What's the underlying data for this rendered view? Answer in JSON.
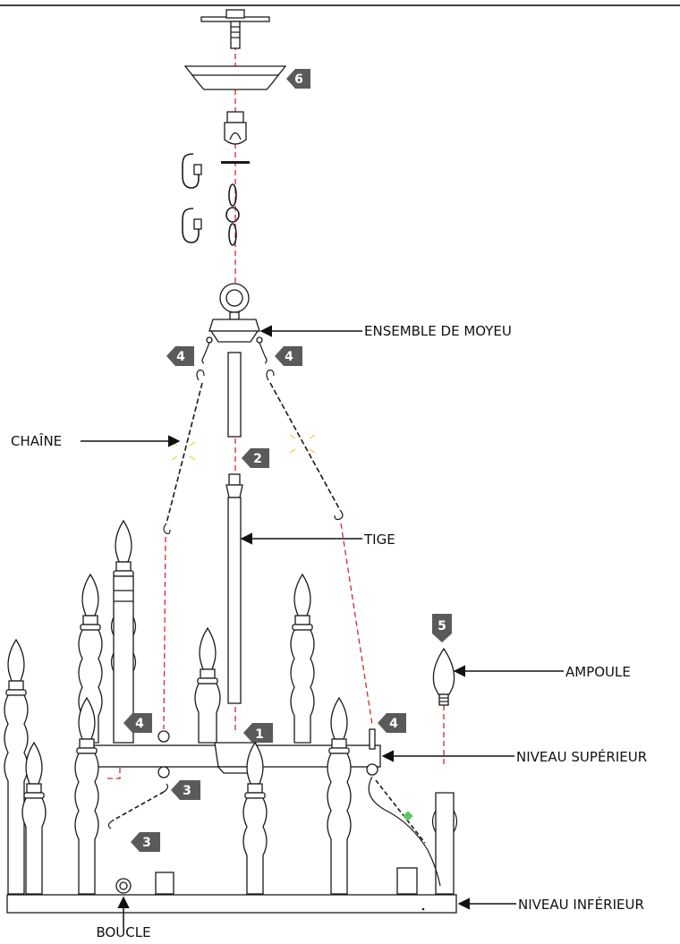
{
  "labels": {
    "hub_assembly": "ENSEMBLE DE MOYEU",
    "chain": "CHAÎNE",
    "rod": "TIGE",
    "bulb": "AMPOULE",
    "upper_level": "NIVEAU SUPÉRIEUR",
    "lower_level": "NIVEAU INFÉRIEUR",
    "loop": "BOUCLE"
  },
  "steps": {
    "step6": "6",
    "step4_left": "4",
    "step4_right": "4",
    "step2": "2",
    "step5": "5",
    "step1": "1",
    "step4_lower_left": "4",
    "step4_lower_right": "4",
    "step3_a": "3",
    "step3_b": "3"
  },
  "colors": {
    "guide_line": "#d9262a",
    "step_tag": "#5a5a5a",
    "highlight": "#e6c619"
  }
}
